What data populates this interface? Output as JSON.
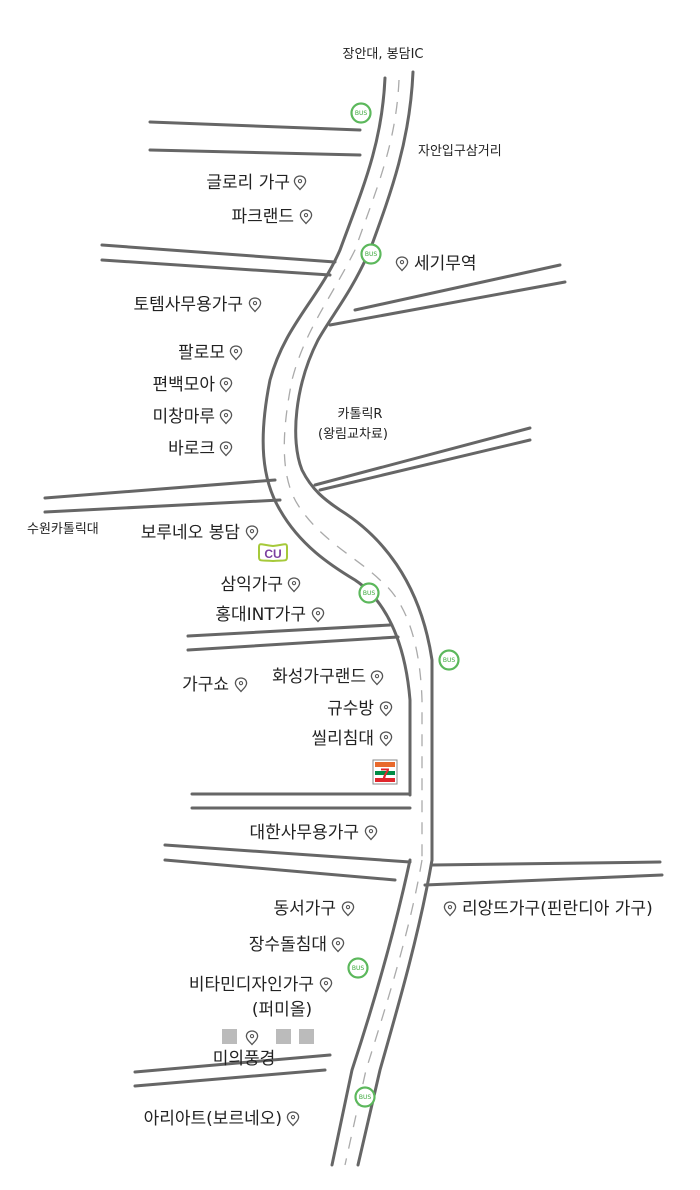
{
  "map": {
    "places": {
      "top_ic": "장안대, 봉담IC",
      "junction": "자안입구삼거리",
      "catholic_r_line1": "카톨릭R",
      "catholic_r_line2": "(왕림교차료)",
      "university": "수원카톨릭대"
    },
    "stores": [
      "글로리 가구",
      "파크랜드",
      "세기무역",
      "토템사무용가구",
      "팔로모",
      "편백모아",
      "미창마루",
      "바로크",
      "보루네오 봉담",
      "삼익가구",
      "홍대INT가구",
      "가구쇼",
      "화성가구랜드",
      "규수방",
      "씰리침대",
      "대한사무용가구",
      "동서가구",
      "리앙뜨가구(핀란디아 가구)",
      "장수돌침대",
      "비타민디자인가구",
      "(퍼미올)",
      "미의풍경",
      "아리아트(보르네오)"
    ],
    "bus_stop_label": "BUS",
    "convenience_stores": [
      {
        "brand": "CU",
        "color": "#7b3fa0",
        "accent": "#a6c93a"
      },
      {
        "brand": "7-ELEVEN",
        "label": "7",
        "color": "#e0262c",
        "accent": "#008c45"
      }
    ],
    "icons": {
      "pin": "location-pin-icon",
      "bus": "bus-stop-icon"
    },
    "colors": {
      "road": "#666666",
      "bus": "#5cb85c",
      "gray_block": "#bbbbbb"
    }
  }
}
